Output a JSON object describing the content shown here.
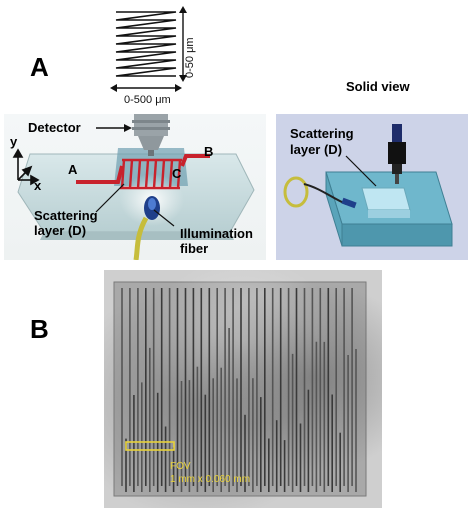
{
  "panel_a": {
    "label": "A",
    "scan_pattern": {
      "vertical_range": "0-50 μm",
      "horizontal_range": "0-500 μm"
    },
    "solid_view_title": "Solid view",
    "left_view": {
      "detector": "Detector",
      "axis_y": "y",
      "axis_x": "x",
      "point_a": "A",
      "point_b": "B",
      "point_c": "C",
      "scattering_layer_line1": "Scattering",
      "scattering_layer_line2": "layer (D)",
      "illumination_line1": "Illumination",
      "illumination_line2": "fiber"
    },
    "right_view": {
      "scattering_layer_line1": "Scattering",
      "scattering_layer_line2": "layer (D)"
    }
  },
  "panel_b": {
    "label": "B",
    "fov_label": "FOV",
    "fov_size": "1 mm x 0.060 mm",
    "annotation_color": "#e8d23a"
  }
}
